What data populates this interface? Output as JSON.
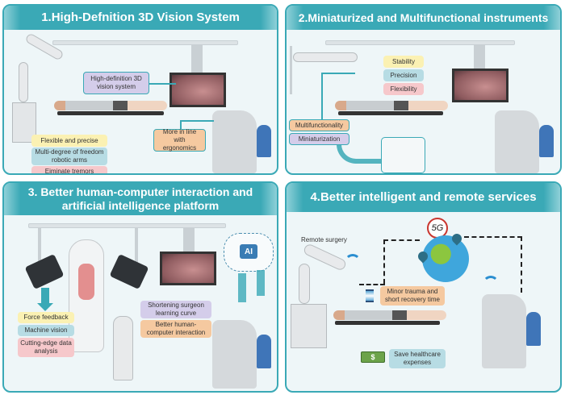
{
  "panels": [
    {
      "title": "1.High-Defnition 3D  Vision System",
      "labels": {
        "vision": "High-definition 3D vision system",
        "ergonomics": "More in line with ergonomics",
        "flexible": "Flexible and precise",
        "multi_degree": "Multi-degree of freedom robotic arms",
        "tremors": "Eiminate tremors"
      }
    },
    {
      "title": "2.Miniaturized and Multifunctional instruments",
      "labels": {
        "stability": "Stability",
        "precision": "Precision",
        "flexibility": "Flexibility",
        "multifunctionality": "Multifunctionality",
        "miniaturization": "Miniaturization"
      }
    },
    {
      "title": "3. Better human-computer interaction and artificial intelligence platform",
      "labels": {
        "force": "Force feedback",
        "machine_vision": "Machine vision",
        "data_analysis": "Cutting-edge data analysis",
        "learning_curve": "Shortening surgeon learning curve",
        "hci": "Better human-computer interaction",
        "ai": "AI"
      }
    },
    {
      "title": "4.Better intelligent and remote services",
      "labels": {
        "remote": "Remote surgery",
        "five_g": "5G",
        "trauma": "Minor trauma  and short recovery time",
        "expenses": "Save healthcare expenses",
        "dollar": "$"
      }
    }
  ],
  "colors": {
    "accent": "#3aa9b6",
    "yellow": "#fbf1b3",
    "blue": "#b7dce4",
    "pink": "#f6c8cb",
    "purple": "#d4cdea",
    "orange": "#f5c9a0"
  }
}
